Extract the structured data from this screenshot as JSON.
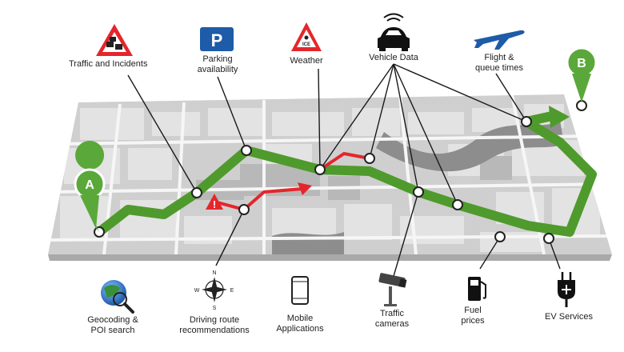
{
  "top_labels": {
    "traffic": "Traffic and Incidents",
    "parking_line1": "Parking",
    "parking_line2": "availability",
    "weather": "Weather",
    "vehicle": "Vehicle Data",
    "flight_line1": "Flight &",
    "flight_line2": "queue times"
  },
  "bottom_labels": {
    "geocoding_line1": "Geocoding &",
    "geocoding_line2": "POI search",
    "driving_line1": "Driving route",
    "driving_line2": "recommendations",
    "mobile_line1": "Mobile",
    "mobile_line2": "Applications",
    "traffic_cam_line1": "Traffic",
    "traffic_cam_line2": "cameras",
    "fuel_line1": "Fuel",
    "fuel_line2": "prices",
    "ev": "EV Services"
  },
  "markers": {
    "start": "A",
    "end": "B"
  },
  "icons": {
    "parking_letter": "P",
    "ice_text": "ICE",
    "compass_n": "N",
    "compass_s": "S",
    "compass_w": "W",
    "compass_e": "E"
  },
  "colors": {
    "route_green": "#4f9a2c",
    "route_red": "#e4262c",
    "marker_green": "#5aa83a",
    "parking_blue": "#1e5ba8",
    "map_road": "#f4f4f4",
    "map_block": "#d9d9d9"
  }
}
